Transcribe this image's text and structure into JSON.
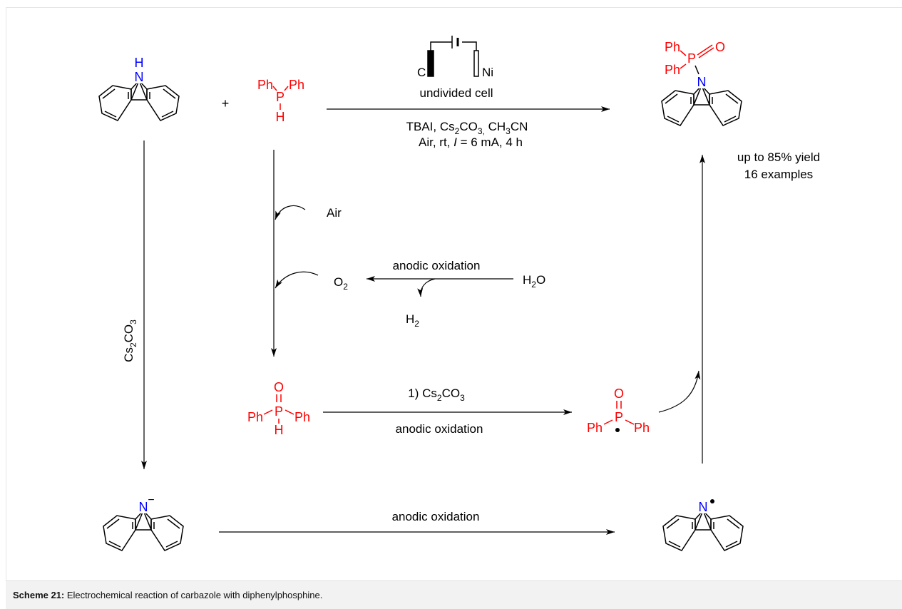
{
  "caption": {
    "label": "Scheme 21:",
    "text": " Electrochemical reaction of carbazole with diphenylphosphine."
  },
  "colors": {
    "bond": "#000000",
    "phosphorus": "#ff0000",
    "nitrogen": "#0000ff"
  },
  "labels": {
    "plus": "+",
    "ph": "Ph",
    "p": "P",
    "h": "H",
    "o": "O",
    "n": "N",
    "minus": "−",
    "electrode_c": "C",
    "electrode_ni": "Ni",
    "undivided_cell": "undivided cell",
    "cond_line1": {
      "a": "TBAI, Cs",
      "b": "2",
      "c": "CO",
      "d": "3,",
      "e": " CH",
      "f": "3",
      "g": "CN"
    },
    "cond_line2": {
      "a": "Air, rt, ",
      "b": "I",
      "c": " = 6 mA, 4 h"
    },
    "yield": "up to 85% yield",
    "examples": "16 examples",
    "air": "Air",
    "o2": {
      "a": "O",
      "b": "2"
    },
    "h2o": {
      "a": "H",
      "b": "2",
      "c": "O"
    },
    "h2": {
      "a": "H",
      "b": "2"
    },
    "anodic_top": "anodic oxidation",
    "cs2co3_vertical": {
      "a": "Cs",
      "b": "2",
      "c": "CO",
      "d": "3"
    },
    "step1": {
      "a": "1) Cs",
      "b": "2",
      "c": "CO",
      "d": "3"
    },
    "anodic_middle": "anodic oxidation",
    "anodic_bottom": "anodic oxidation"
  }
}
